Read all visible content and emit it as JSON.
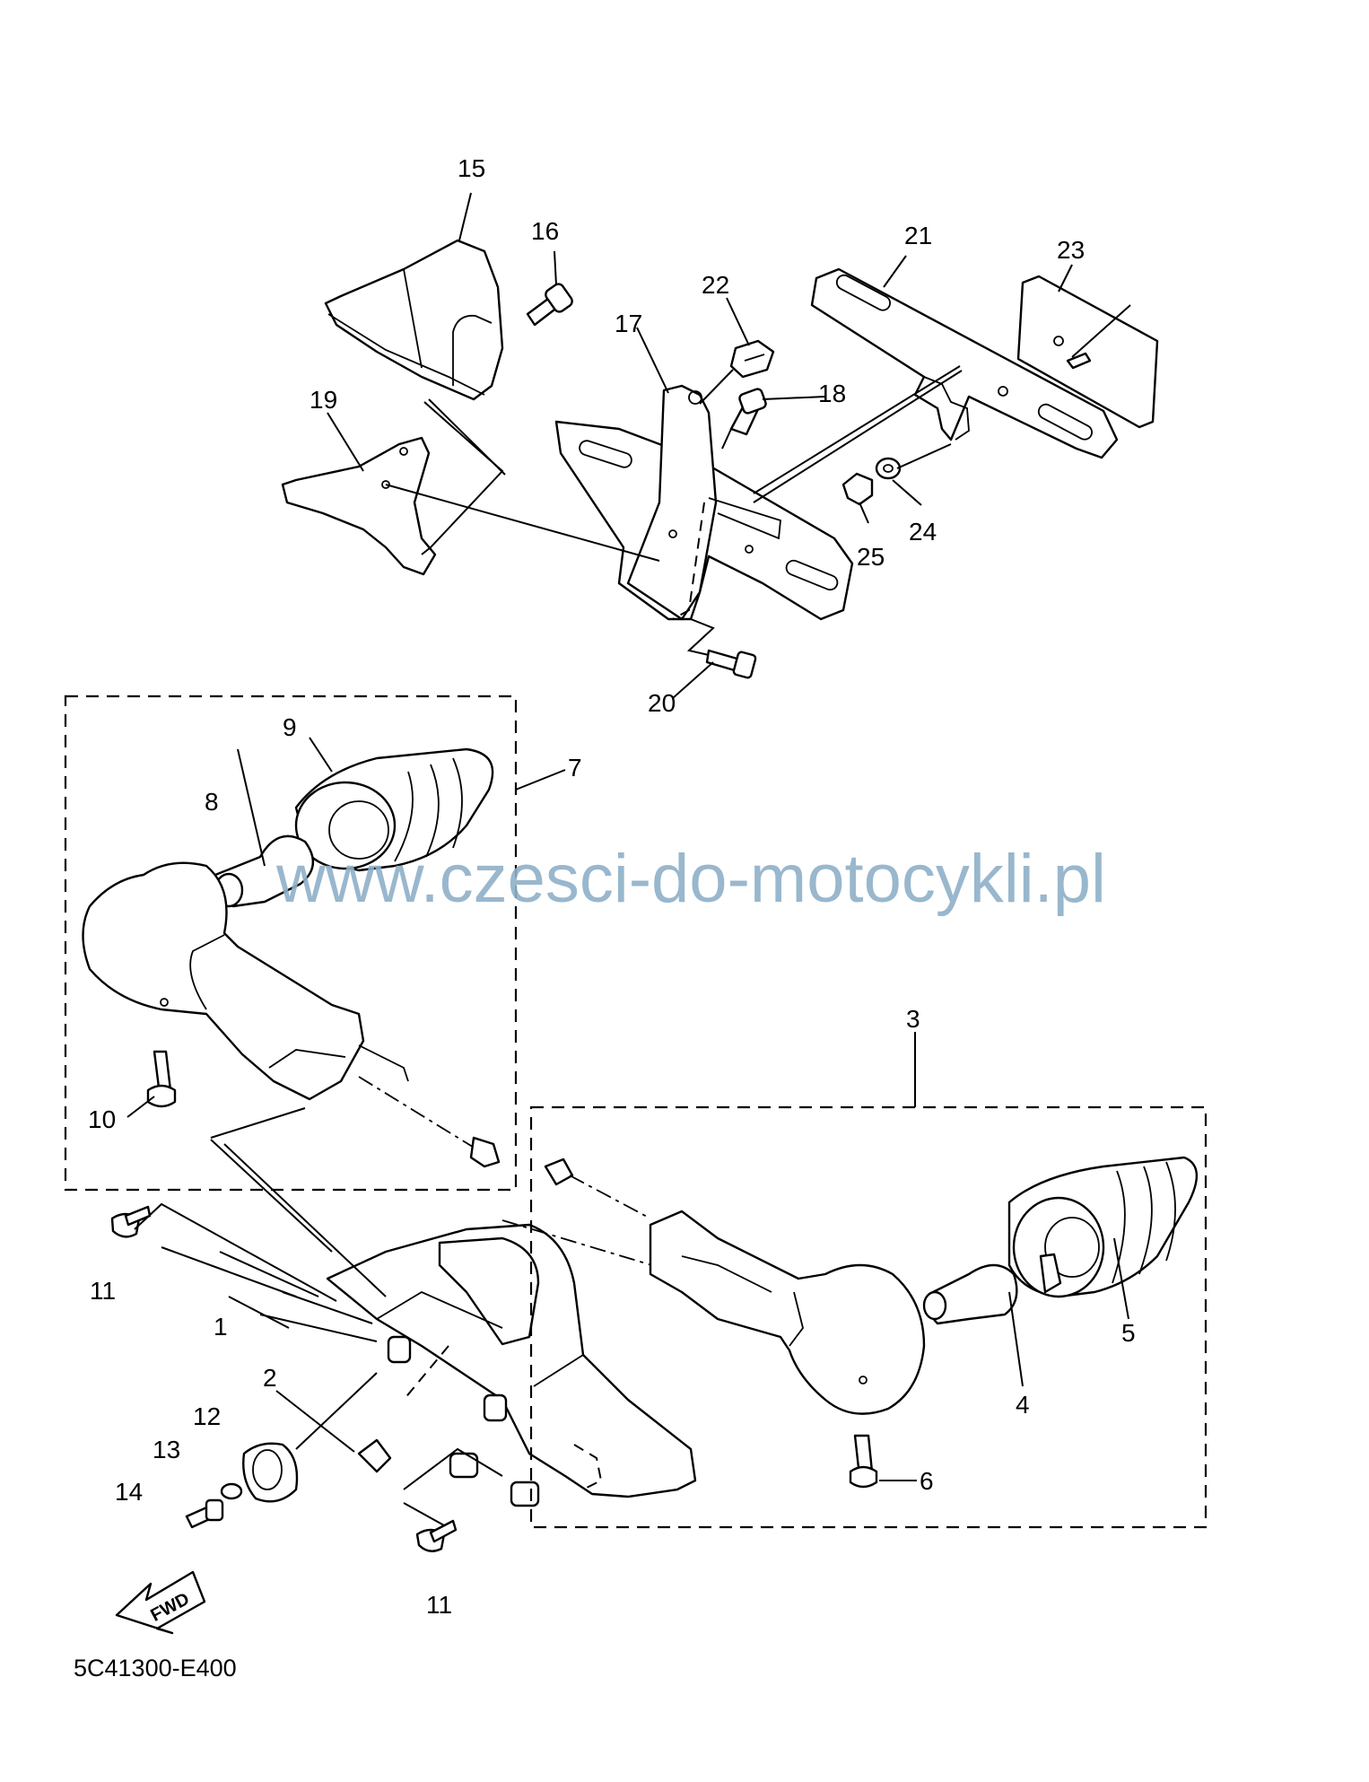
{
  "diagram": {
    "part_numbers": [
      "1",
      "2",
      "3",
      "4",
      "5",
      "6",
      "7",
      "8",
      "9",
      "10",
      "11",
      "11",
      "12",
      "13",
      "14",
      "15",
      "16",
      "17",
      "18",
      "19",
      "20",
      "21",
      "22",
      "23",
      "24",
      "25"
    ],
    "watermark": "www.czesci-do-motocykli.pl",
    "drawing_code": "5C41300-E400",
    "fwd_arrow_label": "FWD"
  }
}
